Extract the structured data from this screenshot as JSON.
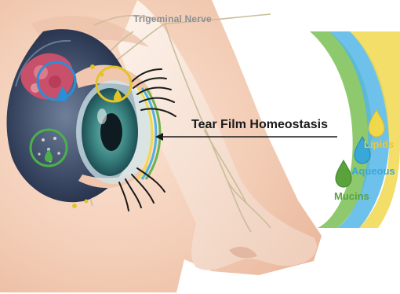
{
  "labels": {
    "nerve": "Trigeminal Nerve",
    "homeostasis": "Tear Film Homeostasis",
    "lipids": "Lipids",
    "aqueous": "Aqueous",
    "mucins": "Mucins"
  },
  "colors": {
    "lipids": "#f1d84a",
    "aqueous": "#4bb3e6",
    "mucins": "#6fb24a",
    "circle_blue": "#2a8fd6",
    "circle_yellow": "#e2c428",
    "circle_green": "#4cb04a",
    "nerve_text": "#8a8f95"
  }
}
